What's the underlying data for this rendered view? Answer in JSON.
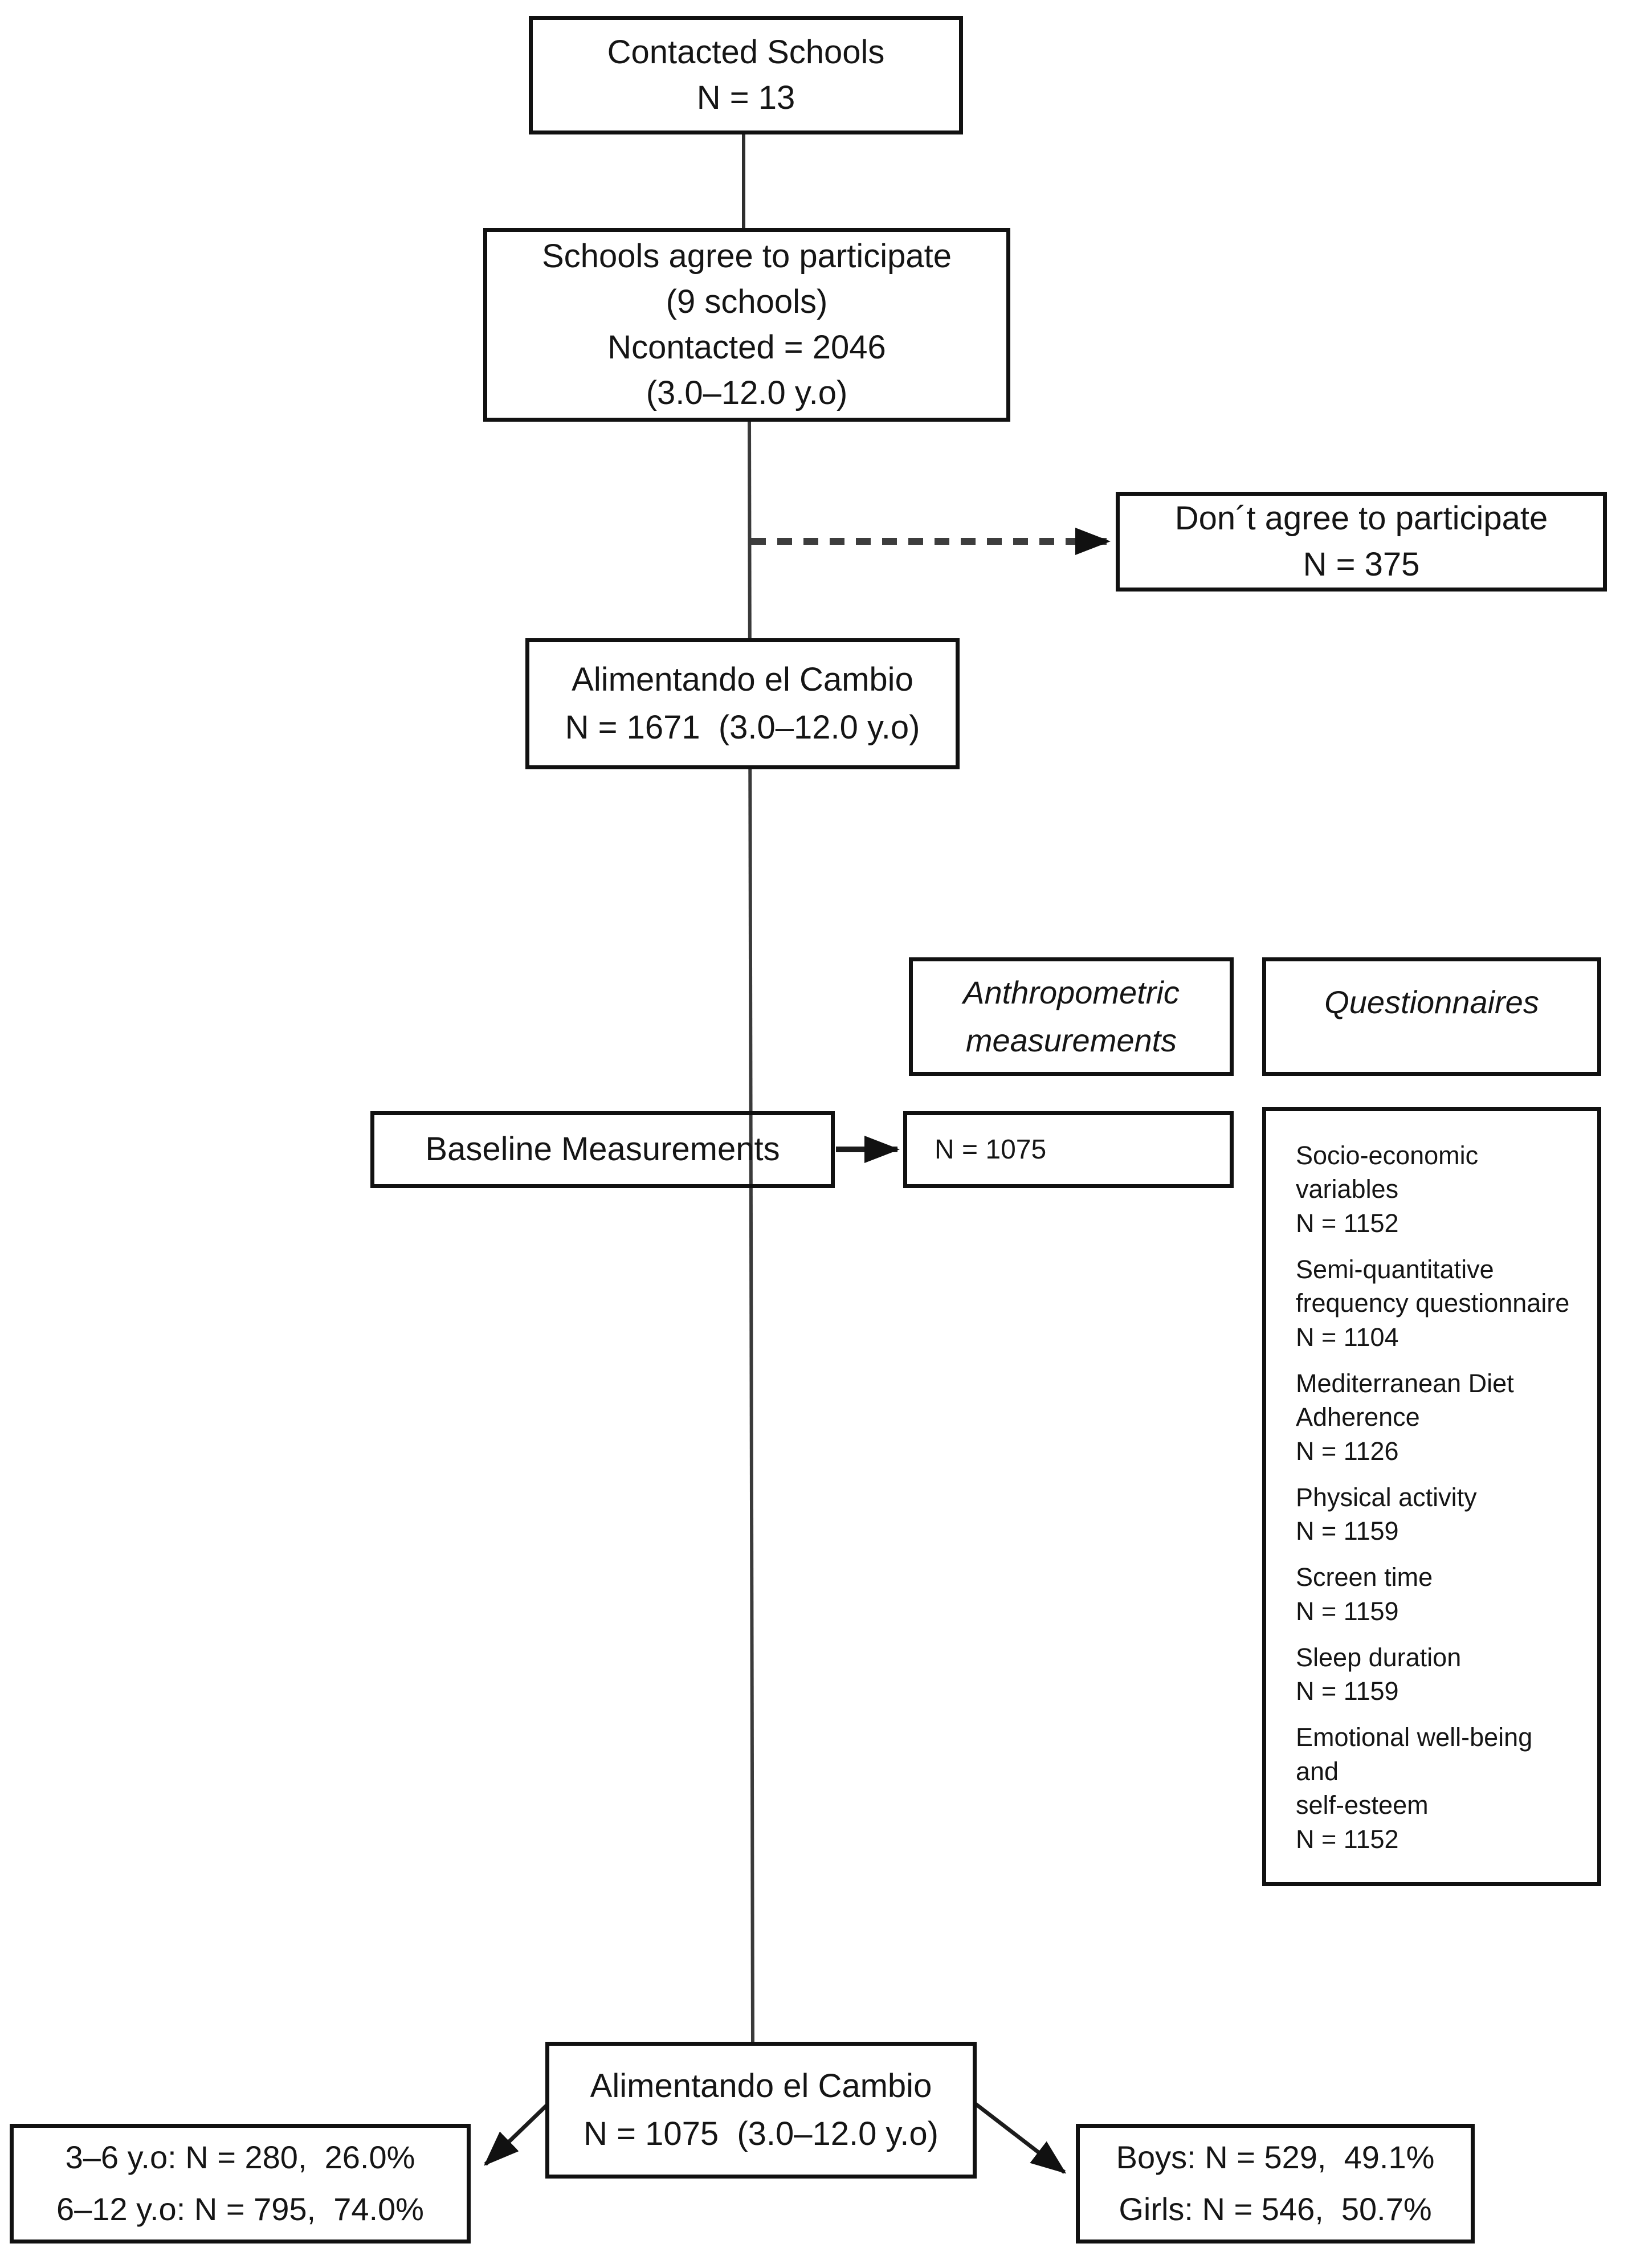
{
  "colors": {
    "ink": "#111111",
    "flow_line": "#3a3a3a",
    "background": "#ffffff"
  },
  "flowchart": {
    "contacted_schools": {
      "l1": "Contacted Schools",
      "l2": "N = 13"
    },
    "schools_agree": {
      "l1": "Schools agree to participate",
      "l2": "(9 schools)",
      "l3": "Ncontacted = 2046",
      "l4": "(3.0–12.0 y.o)"
    },
    "dont_agree": {
      "l1": "Don´t agree to participate",
      "l2": "N = 375"
    },
    "enrolled": {
      "l1": "Alimentando el Cambio",
      "l2": "N = 1671  (3.0–12.0 y.o)"
    },
    "anthropometric_header": {
      "l1": "Anthropometric",
      "l2": "measurements"
    },
    "questionnaires_header": {
      "l1": "Questionnaires"
    },
    "baseline": {
      "l1": "Baseline Measurements"
    },
    "anthropometric_n": {
      "l1": "N = 1075"
    },
    "questionnaires": {
      "items": [
        {
          "l1": "Socio-economic variables",
          "n": "N = 1152"
        },
        {
          "l1": "Semi-quantitative",
          "l2": "frequency questionnaire",
          "n": "N = 1104"
        },
        {
          "l1": "Mediterranean Diet",
          "l2": "Adherence",
          "n": "N = 1126"
        },
        {
          "l1": "Physical activity",
          "n": "N = 1159"
        },
        {
          "l1": "Screen time",
          "n": "N = 1159"
        },
        {
          "l1": "Sleep duration",
          "n": "N = 1159"
        },
        {
          "l1": "Emotional well-being and",
          "l2": "self-esteem",
          "n": "N = 1152"
        }
      ]
    },
    "final_sample": {
      "l1": "Alimentando el Cambio",
      "l2": "N = 1075  (3.0–12.0 y.o)"
    },
    "age_split": {
      "l1": "3–6 y.o: N = 280,  26.0%",
      "l2": "6–12 y.o: N = 795,  74.0%"
    },
    "sex_split": {
      "l1": "Boys: N = 529,  49.1%",
      "l2": "Girls: N = 546,  50.7%"
    }
  }
}
